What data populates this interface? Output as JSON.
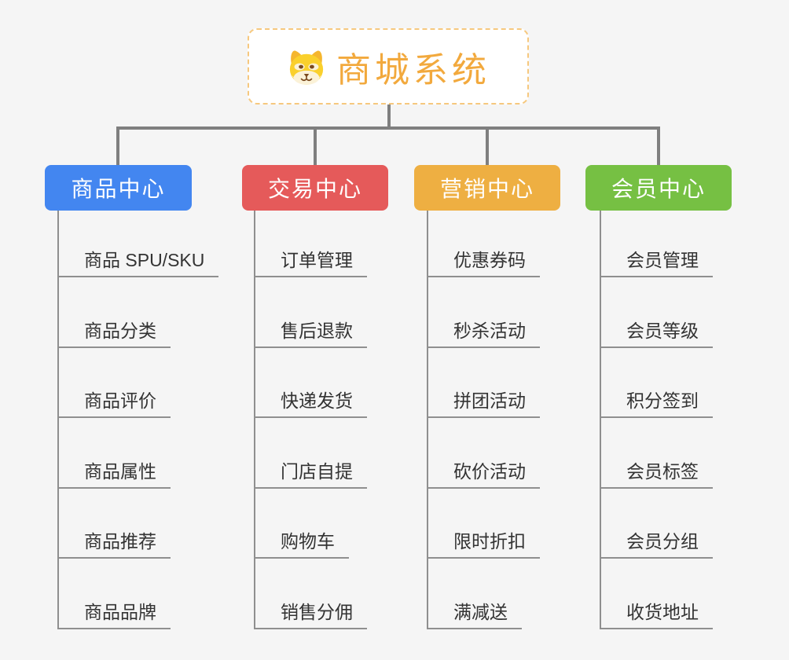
{
  "root": {
    "title": "商城系统",
    "icon": "dog-face-icon",
    "text_color": "#F2A93D",
    "border_color": "#F6C87E"
  },
  "branches": [
    {
      "label": "商品中心",
      "color": "#4386F0",
      "items": [
        "商品 SPU/SKU",
        "商品分类",
        "商品评价",
        "商品属性",
        "商品推荐",
        "商品品牌"
      ]
    },
    {
      "label": "交易中心",
      "color": "#E55A5A",
      "items": [
        "订单管理",
        "售后退款",
        "快递发货",
        "门店自提",
        "购物车",
        "销售分佣"
      ]
    },
    {
      "label": "营销中心",
      "color": "#EEAF42",
      "items": [
        "优惠券码",
        "秒杀活动",
        "拼团活动",
        "砍价活动",
        "限时折扣",
        "满减送"
      ]
    },
    {
      "label": "会员中心",
      "color": "#76C043",
      "items": [
        "会员管理",
        "会员等级",
        "积分签到",
        "会员标签",
        "会员分组",
        "收货地址"
      ]
    }
  ],
  "palette": {
    "background": "#F5F5F5",
    "connector": "#7F7F7F",
    "item_line": "#8F8F8F",
    "item_text": "#333333"
  }
}
